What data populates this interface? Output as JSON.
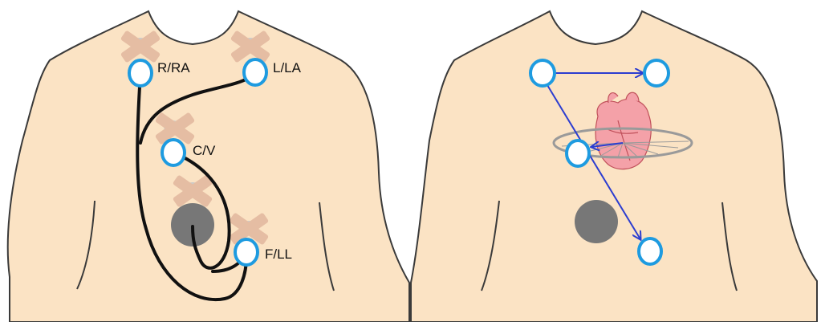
{
  "labels": {
    "right_arm": "R/RA",
    "left_arm": "L/LA",
    "chest": "C/V",
    "left_leg": "F/LL"
  },
  "colors": {
    "skin": "#fbe3c4",
    "outline": "#3a3a3a",
    "electrode": "#1e9be0",
    "lead_wire": "#111111",
    "tape": "#e3b9a0",
    "vector_arrow": "#2c3dd0",
    "reference_disc": "#777777",
    "heart": "#f4a1a8",
    "horizontal_plane": "#9a9a9a"
  }
}
